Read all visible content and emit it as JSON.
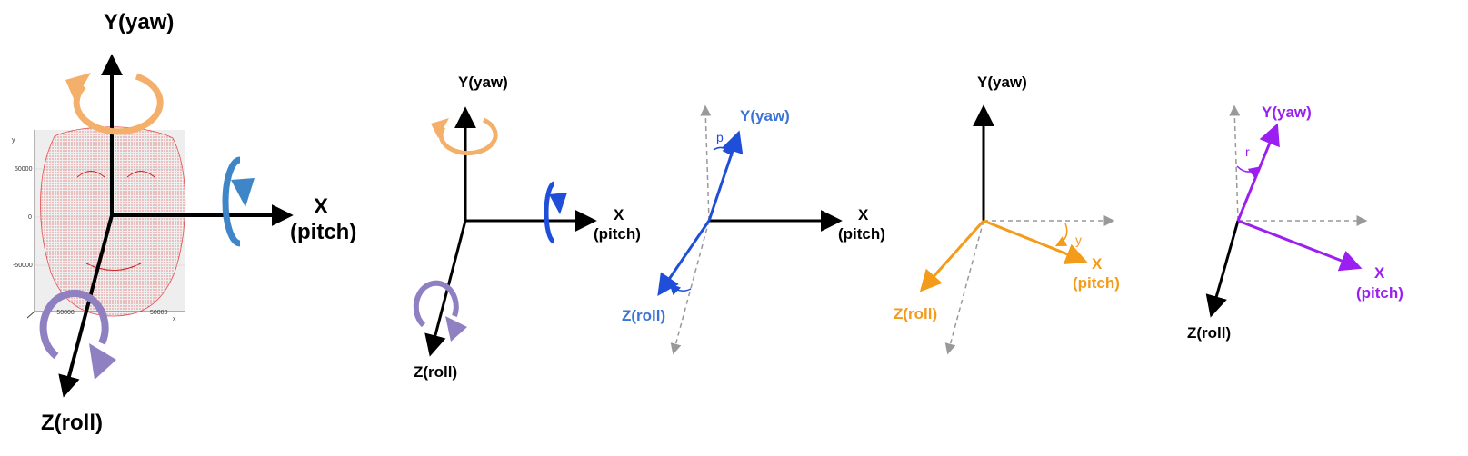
{
  "labels": {
    "yaw": "Y(yaw)",
    "x": "X",
    "pitch": "(pitch)",
    "roll": "Z(roll)",
    "p": "p",
    "y": "y",
    "r": "r"
  },
  "face_plot": {
    "y_axis_label": "y",
    "x_axis_label": "x",
    "y_ticks": [
      "50000",
      "0",
      "-50000"
    ],
    "x_ticks": [
      "-50000",
      "50000"
    ]
  },
  "colors": {
    "axis": "#000000",
    "ghost": "#999999",
    "yaw_rotation": "#f4b06a",
    "pitch_rotation": "#3f86c8",
    "roll_rotation": "#8f80c2",
    "pitch_panel": "#1f4fd8",
    "yaw_panel": "#f39b1a",
    "roll_panel": "#9a1ff0",
    "face_points": "#e23a3a"
  }
}
